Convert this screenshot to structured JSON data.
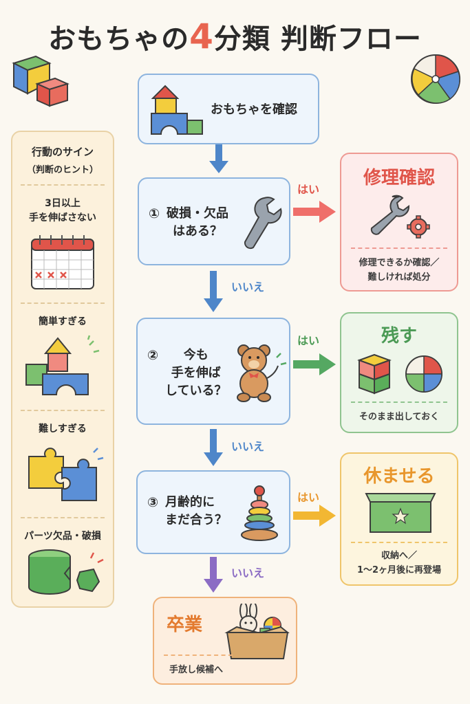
{
  "title": {
    "before": "おもちゃの",
    "number": "4",
    "after": "分類 判断フロー"
  },
  "sidebar": {
    "heading": "行動のサイン",
    "subheading": "（判断のヒント）",
    "signs": [
      {
        "label": "3日以上\n手を伸ばさない",
        "icon": "calendar-icon"
      },
      {
        "label": "簡単すぎる",
        "icon": "blocks-icon"
      },
      {
        "label": "難しすぎる",
        "icon": "puzzle-icon"
      },
      {
        "label": "パーツ欠品・破損",
        "icon": "broken-block-icon"
      }
    ]
  },
  "flow": {
    "start": {
      "label": "おもちゃを確認",
      "icon": "toy-blocks-icon"
    },
    "questions": [
      {
        "num": "①",
        "text": "破損・欠品\nはある？",
        "icon": "wrench-icon"
      },
      {
        "num": "②",
        "text": "今も\n手を伸ば\nしている？",
        "icon": "teddy-bear-icon"
      },
      {
        "num": "③",
        "text": "月齢的に\nまだ合う？",
        "icon": "ring-stacker-icon"
      }
    ],
    "yes_label": "はい",
    "no_label": "いいえ"
  },
  "results": {
    "repair": {
      "title": "修理確認",
      "desc": "修理できるか確認／\n難しければ処分",
      "color": "#e0554a"
    },
    "keep": {
      "title": "残す",
      "desc": "そのまま出しておく",
      "color": "#4b9a55"
    },
    "rest": {
      "title": "休ませる",
      "desc": "収納へ／\n1〜2ヶ月後に再登場",
      "color": "#e8962c"
    },
    "graduate": {
      "title": "卒業",
      "desc": "手放し候補へ",
      "color": "#e37a2e"
    }
  },
  "colors": {
    "question_fill": "#eef5fc",
    "question_border": "#8db4de",
    "arrow_down": "#4e86c9",
    "arrow_repair": "#ef6f6a",
    "arrow_keep": "#55a862",
    "arrow_rest": "#f2b733",
    "arrow_graduate": "#8b6cc4"
  }
}
